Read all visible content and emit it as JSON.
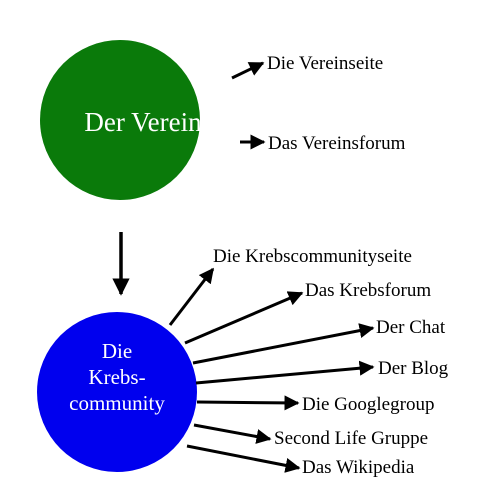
{
  "nodes": {
    "verein": {
      "label": "Der Verein",
      "color": "#0a7a0a"
    },
    "community": {
      "lines": [
        "Die",
        "Krebs-",
        "community"
      ],
      "color": "#0000ee"
    }
  },
  "verein_links": [
    "Die Vereinseite",
    "Das Vereinsforum"
  ],
  "community_links": [
    "Die Krebscommunityseite",
    "Das Krebsforum",
    "Der Chat",
    "Der Blog",
    "Die Googlegroup",
    "Second Life Gruppe",
    "Das Wikipedia"
  ],
  "arrow_color": "#000000"
}
